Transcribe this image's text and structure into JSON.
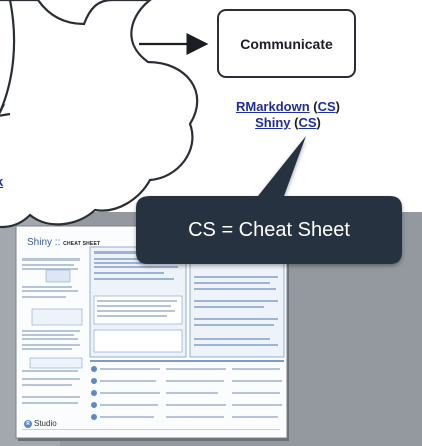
{
  "communicate_box": {
    "label": "Communicate"
  },
  "communicate_links": {
    "rmarkdown": "RMarkdown",
    "shiny": "Shiny",
    "cs": "CS",
    "open_paren": " (",
    "close_paren": ")"
  },
  "left_link": {
    "text": "k"
  },
  "callout": {
    "text": "CS = Cheat Sheet"
  },
  "cheat_sheet_thumb": {
    "title": "Shiny :: ",
    "subtitle": "CHEAT SHEET",
    "brand": "Studio",
    "brand_mark": "R"
  },
  "colors": {
    "link": "#1e2f9c",
    "callout_bg": "#283341",
    "outline": "#2a2f36",
    "sheet_accent": "#5b89c7",
    "panel_bg": "#93999f"
  }
}
